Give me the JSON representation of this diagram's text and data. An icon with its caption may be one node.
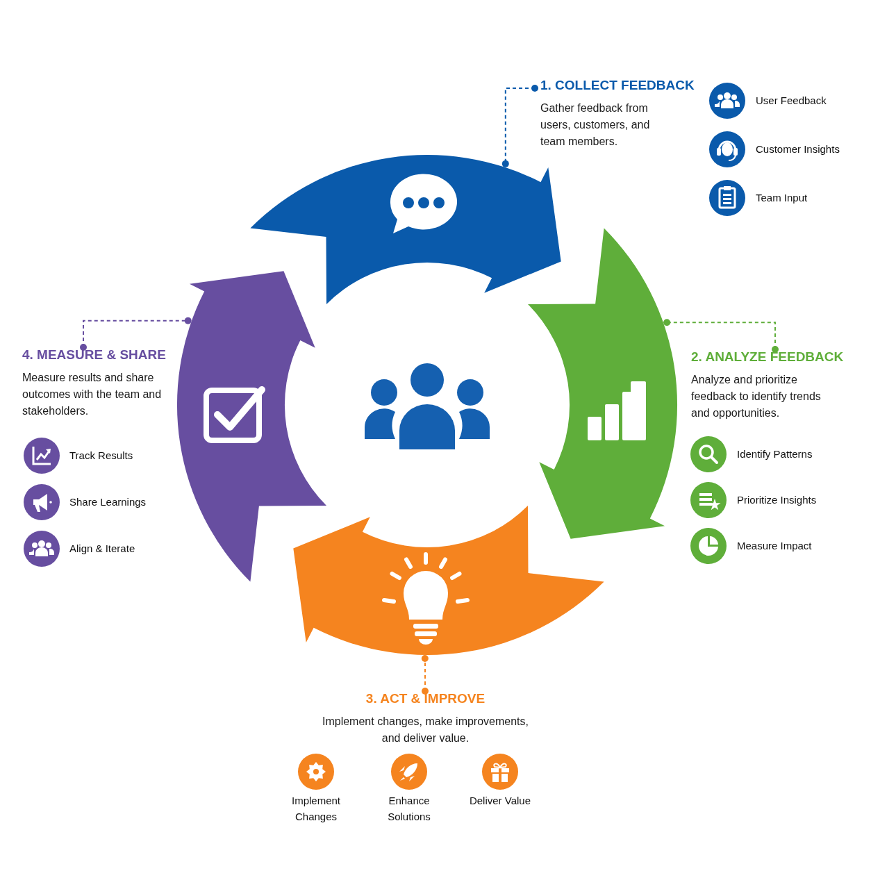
{
  "diagram": {
    "nodes": [
      {
        "text": [],
        "shape": "arrow"
      },
      {
        "text": [],
        "shape": "arrow"
      },
      {
        "text": [],
        "shape": "arrow"
      },
      {
        "text": [],
        "shape": "arrow"
      },
      {
        "text": [
          "1. COLLECT FEEDBACK",
          "Gather feedback from users, customers, and team members."
        ]
      },
      {
        "text": [
          "2. ANALYZE FEEDBACK",
          "Analyze and prioritize feedback to identify trends and opportunities."
        ]
      },
      {
        "text": [
          "3. ACT & IMPROVE",
          "Implement changes, make improvements, and deliver value."
        ]
      },
      {
        "text": [
          "4. MEASURE & SHARE",
          "Measure results and share outcomes with the team and stakeholders."
        ]
      }
    ],
    "edges": [
      {
        "from": 4,
        "to": 0,
        "arrow": "other",
        "style": "dashed",
        "color": "#0a5aab"
      },
      {
        "from": 5,
        "to": 1,
        "arrow": "other",
        "style": "dashed",
        "color": "#5fae3a"
      },
      {
        "from": 6,
        "to": 2,
        "arrow": "other",
        "style": "dashed",
        "color": "#f5841f"
      },
      {
        "from": 7,
        "to": 3,
        "arrow": "other",
        "style": "dashed",
        "color": "#674ea0"
      }
    ],
    "labels": [
      "User Feedback",
      "Customer Insights",
      "Team Input",
      "Identify Patterns",
      "Prioritize Insights",
      "Measure Impact",
      "Implement Changes",
      "Enhance Solutions",
      "Deliver Value",
      "Track Results",
      "Share Learnings",
      "Align & Iterate"
    ]
  }
}
